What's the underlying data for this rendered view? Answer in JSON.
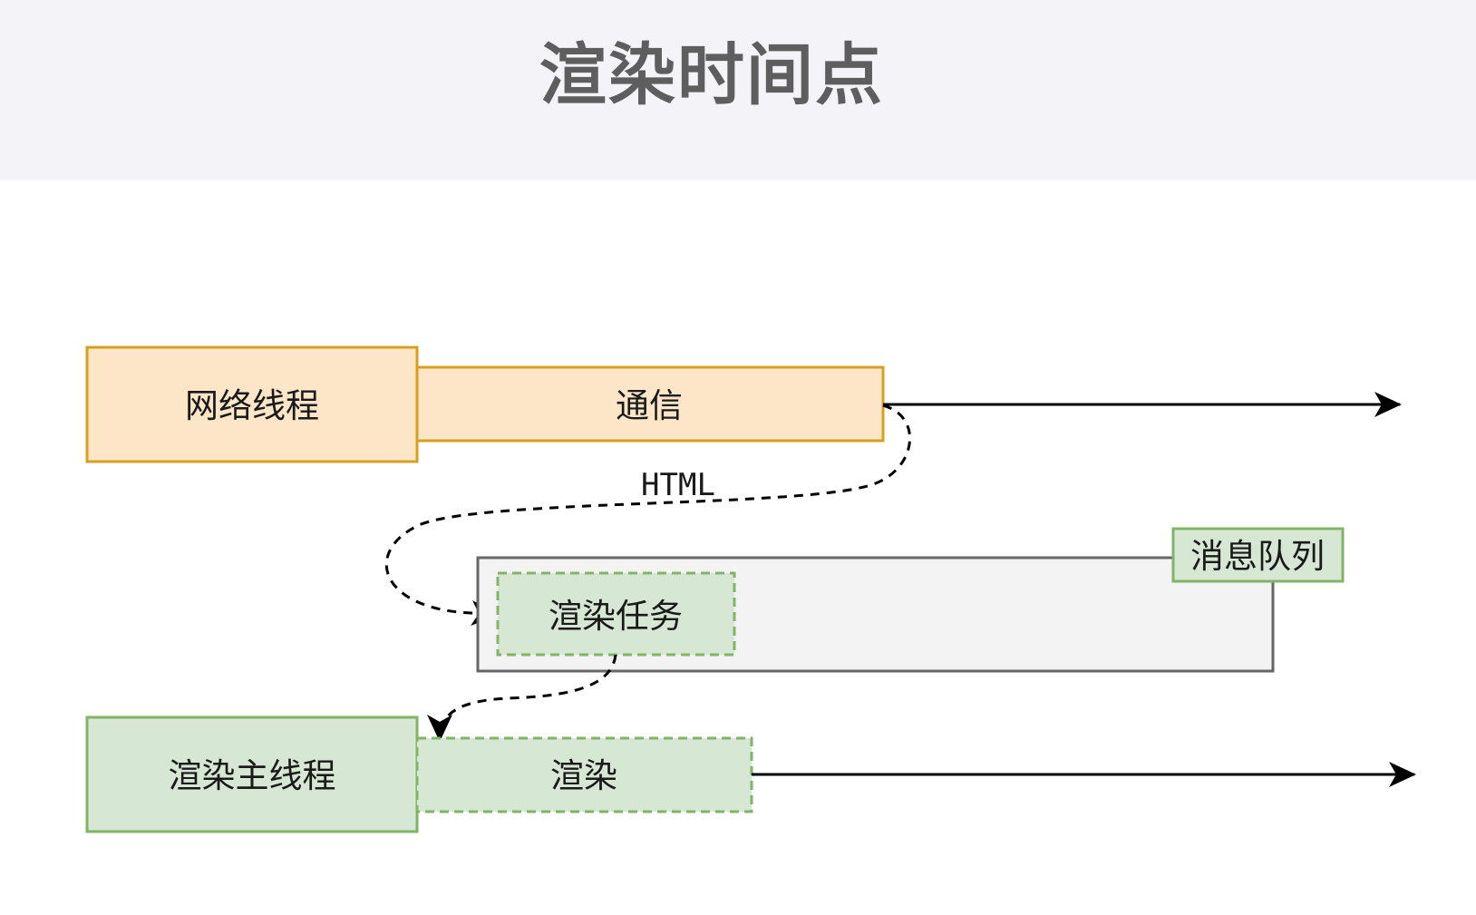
{
  "title": "渲染时间点",
  "nodes": {
    "network_thread": "网络线程",
    "communication": "通信",
    "html_label": "HTML",
    "message_queue": "消息队列",
    "render_task": "渲染任务",
    "render_main_thread": "渲染主线程",
    "render": "渲染"
  },
  "colors": {
    "header_bg": "#f4f4f8",
    "orange_fill": "#fde5c8",
    "orange_stroke": "#d8a020",
    "green_fill": "#d6e7d3",
    "green_stroke": "#82b366",
    "queue_fill": "#f3f3f3",
    "queue_stroke": "#666666",
    "arrow": "#000000"
  }
}
